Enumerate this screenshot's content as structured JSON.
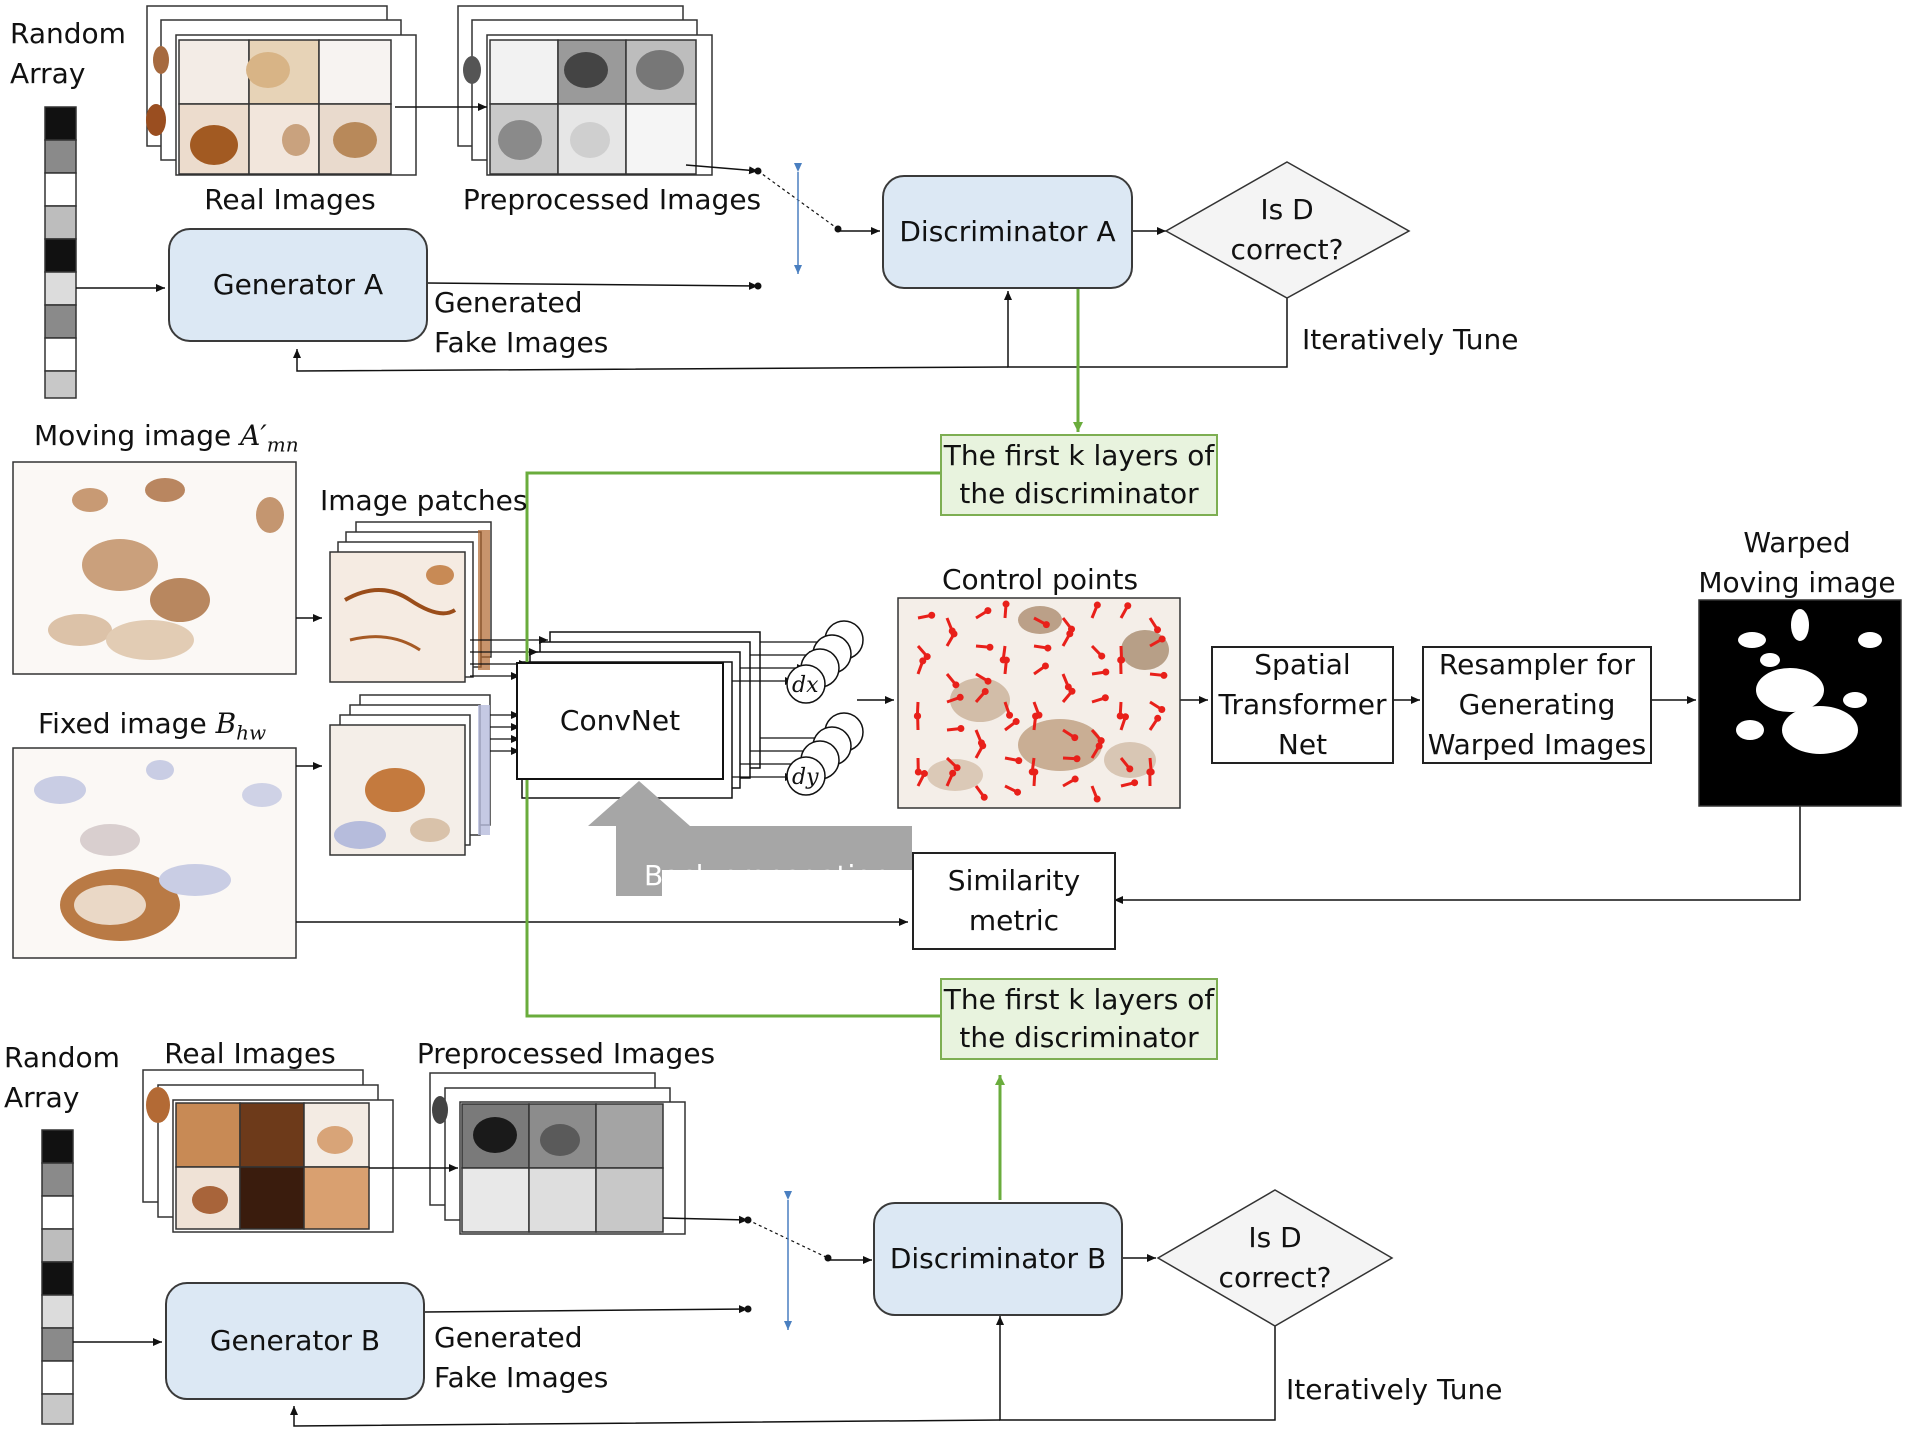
{
  "top": {
    "random_array_label": "Random\nArray",
    "real_images_label": "Real Images",
    "preprocessed_label": "Preprocessed Images",
    "generator_label": "Generator A",
    "generated_fake_label": "Generated\nFake Images",
    "discriminator_label": "Discriminator A",
    "decision_label": "Is D\ncorrect?",
    "tune_label": "Iteratively Tune",
    "first_k_label": "The first k layers of\nthe discriminator"
  },
  "middle": {
    "moving_image_label": "Moving image ",
    "moving_image_symbol": "A′",
    "moving_image_subscript": "mn",
    "fixed_image_label": "Fixed image ",
    "fixed_image_symbol": "B",
    "fixed_image_subscript": "hw",
    "image_patches_label": "Image patches",
    "convnet_label": "ConvNet",
    "dx_label": "dx",
    "dy_label": "dy",
    "control_points_label": "Control points",
    "spatial_transformer_label": "Spatial\nTransformer\nNet",
    "resampler_label": "Resampler for\nGenerating\nWarped Images",
    "warped_label": "Warped\nMoving image",
    "similarity_label": "Similarity\nmetric",
    "backprop_label": "Back propagation"
  },
  "bottom": {
    "random_array_label": "Random\nArray",
    "real_images_label": "Real Images",
    "preprocessed_label": "Preprocessed Images",
    "generator_label": "Generator B",
    "generated_fake_label": "Generated\nFake Images",
    "discriminator_label": "Discriminator B",
    "decision_label": "Is D\ncorrect?",
    "tune_label": "Iteratively Tune",
    "first_k_label": "The first k layers of\nthe discriminator"
  },
  "colors": {
    "box_fill": "#dce8f4",
    "green_fill": "#e8f3de",
    "green_line": "#6aac3c",
    "backprop_arrow": "#a6a6a6",
    "control_arrow": "#e8201a",
    "switch_arrow": "#4a7fc0"
  }
}
